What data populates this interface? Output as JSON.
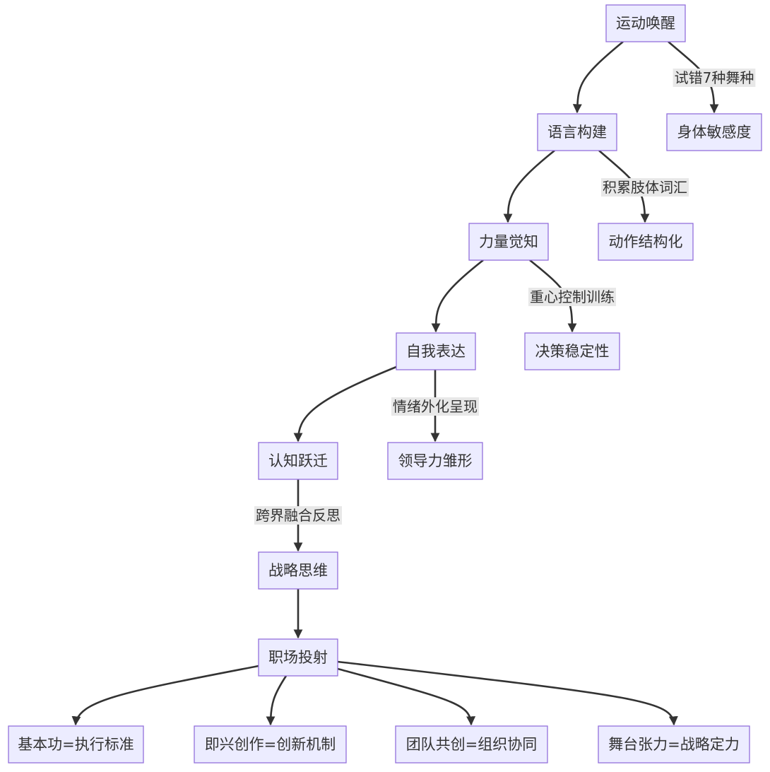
{
  "diagram": {
    "nodes": [
      {
        "id": "A",
        "label": "运动唤醒"
      },
      {
        "id": "B",
        "label": "身体敏感度"
      },
      {
        "id": "C",
        "label": "语言构建"
      },
      {
        "id": "D",
        "label": "动作结构化"
      },
      {
        "id": "E",
        "label": "力量觉知"
      },
      {
        "id": "F",
        "label": "决策稳定性"
      },
      {
        "id": "G",
        "label": "自我表达"
      },
      {
        "id": "H",
        "label": "领导力雏形"
      },
      {
        "id": "I",
        "label": "认知跃迁"
      },
      {
        "id": "J",
        "label": "战略思维"
      },
      {
        "id": "K",
        "label": "职场投射"
      },
      {
        "id": "L",
        "label": "基本功=执行标准"
      },
      {
        "id": "M",
        "label": "即兴创作=创新机制"
      },
      {
        "id": "N",
        "label": "团队共创=组织协同"
      },
      {
        "id": "O",
        "label": "舞台张力=战略定力"
      }
    ],
    "edges": [
      {
        "from": "A",
        "to": "B",
        "label": "试错7种舞种"
      },
      {
        "from": "A",
        "to": "C",
        "label": ""
      },
      {
        "from": "C",
        "to": "D",
        "label": "积累肢体词汇"
      },
      {
        "from": "C",
        "to": "E",
        "label": ""
      },
      {
        "from": "E",
        "to": "F",
        "label": "重心控制训练"
      },
      {
        "from": "E",
        "to": "G",
        "label": ""
      },
      {
        "from": "G",
        "to": "H",
        "label": "情绪外化呈现"
      },
      {
        "from": "G",
        "to": "I",
        "label": ""
      },
      {
        "from": "I",
        "to": "J",
        "label": "跨界融合反思"
      },
      {
        "from": "J",
        "to": "K",
        "label": ""
      },
      {
        "from": "K",
        "to": "L",
        "label": ""
      },
      {
        "from": "K",
        "to": "M",
        "label": ""
      },
      {
        "from": "K",
        "to": "N",
        "label": ""
      },
      {
        "from": "K",
        "to": "O",
        "label": ""
      }
    ]
  }
}
